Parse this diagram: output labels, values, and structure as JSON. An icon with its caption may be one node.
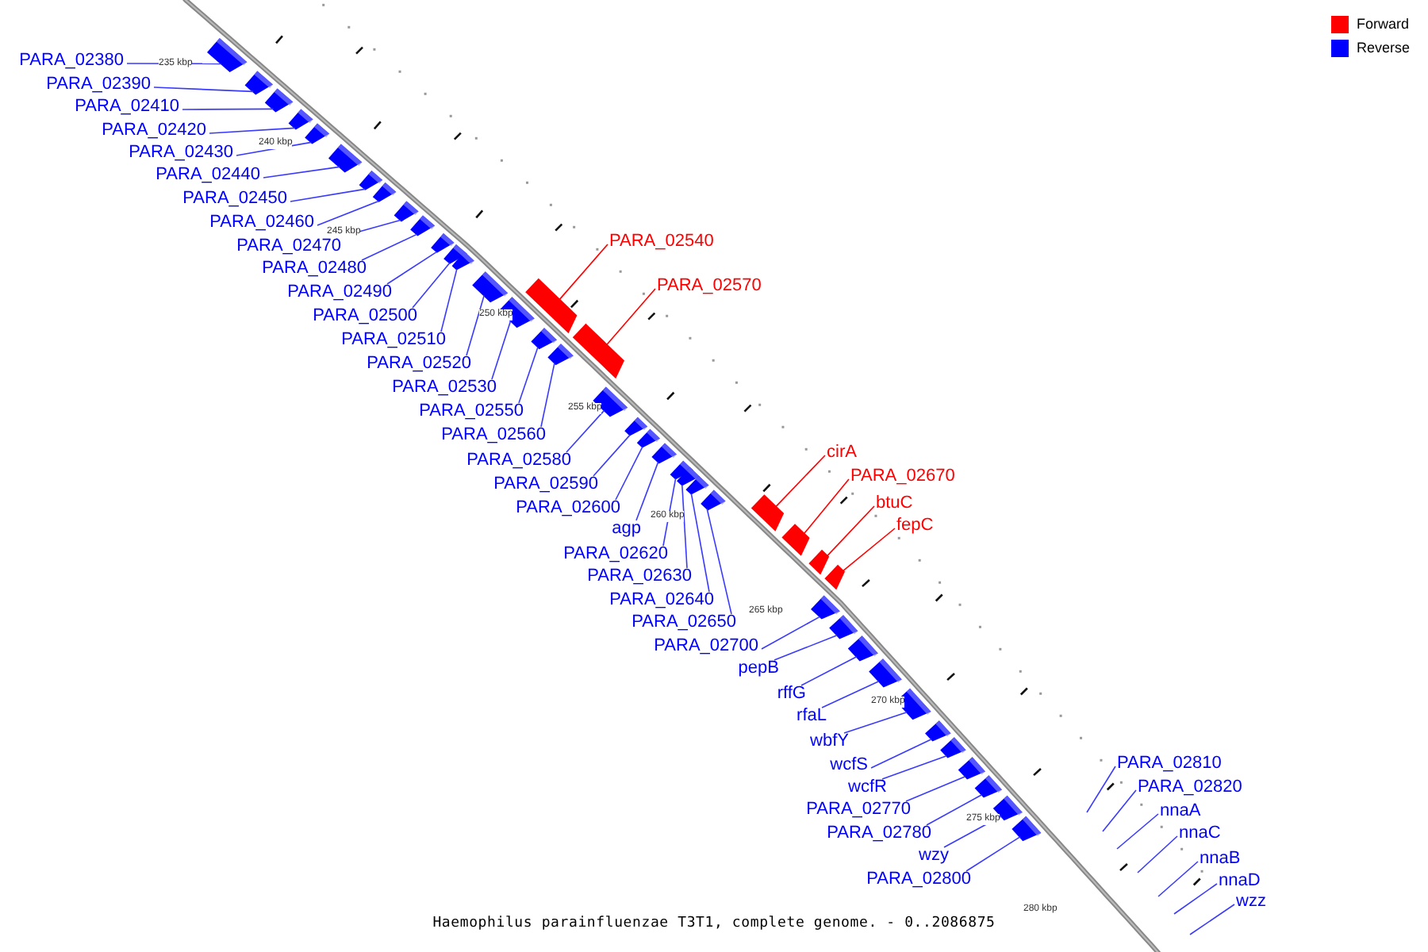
{
  "diagram": {
    "caption": "Haemophilus parainfluenzae T3T1, complete genome. - 0..2086875",
    "nodes": [
      {
        "text": [
          "PARA_02380"
        ]
      },
      {
        "text": [
          "PARA_02390"
        ]
      },
      {
        "text": [
          "PARA_02410"
        ]
      },
      {
        "text": [
          "PARA_02420"
        ]
      },
      {
        "text": [
          "PARA_02430"
        ]
      },
      {
        "text": [
          "PARA_02440"
        ]
      },
      {
        "text": [
          "PARA_02450"
        ]
      },
      {
        "text": [
          "PARA_02460"
        ]
      },
      {
        "text": [
          "PARA_02470"
        ]
      },
      {
        "text": [
          "PARA_02480"
        ]
      },
      {
        "text": [
          "PARA_02490"
        ]
      },
      {
        "text": [
          "PARA_02500"
        ]
      },
      {
        "text": [
          "PARA_02510"
        ]
      },
      {
        "text": [
          "PARA_02520"
        ]
      },
      {
        "text": [
          "PARA_02530"
        ]
      },
      {
        "text": [
          "PARA_02550"
        ]
      },
      {
        "text": [
          "PARA_02560"
        ]
      },
      {
        "text": [
          "PARA_02580"
        ]
      },
      {
        "text": [
          "PARA_02590"
        ]
      },
      {
        "text": [
          "PARA_02600"
        ]
      },
      {
        "text": [
          "agp"
        ]
      },
      {
        "text": [
          "PARA_02620"
        ]
      },
      {
        "text": [
          "PARA_02630"
        ]
      },
      {
        "text": [
          "PARA_02640"
        ]
      },
      {
        "text": [
          "PARA_02650"
        ]
      },
      {
        "text": [
          "PARA_02700"
        ]
      },
      {
        "text": [
          "pepB"
        ]
      },
      {
        "text": [
          "rffG"
        ]
      },
      {
        "text": [
          "rfaL"
        ]
      },
      {
        "text": [
          "wbfY"
        ]
      },
      {
        "text": [
          "wcfS"
        ]
      },
      {
        "text": [
          "wcfR"
        ]
      },
      {
        "text": [
          "PARA_02770"
        ]
      },
      {
        "text": [
          "PARA_02780"
        ]
      },
      {
        "text": [
          "wzy"
        ]
      },
      {
        "text": [
          "PARA_02800"
        ]
      },
      {
        "text": [
          "PARA_02540"
        ]
      },
      {
        "text": [
          "PARA_02570"
        ]
      },
      {
        "text": [
          "cirA"
        ]
      },
      {
        "text": [
          "PARA_02670"
        ]
      },
      {
        "text": [
          "btuC"
        ]
      },
      {
        "text": [
          "fepC"
        ]
      },
      {
        "text": [
          "PARA_02810"
        ]
      },
      {
        "text": [
          "PARA_02820"
        ]
      },
      {
        "text": [
          "nnaA"
        ]
      },
      {
        "text": [
          "nnaC"
        ]
      },
      {
        "text": [
          "nnaB"
        ]
      },
      {
        "text": [
          "nnaD"
        ]
      },
      {
        "text": [
          "wzz"
        ]
      },
      {
        "text": [],
        "shape": "bar"
      },
      {
        "text": [],
        "shape": "bar"
      },
      {
        "text": [],
        "shape": "bar"
      },
      {
        "text": [],
        "shape": "bar"
      },
      {
        "text": [],
        "shape": "bar"
      },
      {
        "text": [],
        "shape": "bar"
      },
      {
        "text": [],
        "shape": "bar"
      },
      {
        "text": [],
        "shape": "bar"
      },
      {
        "text": [],
        "shape": "bar"
      },
      {
        "text": [],
        "shape": "bar"
      },
      {
        "text": [],
        "shape": "bar"
      },
      {
        "text": [],
        "shape": "bar"
      },
      {
        "text": [],
        "shape": "bar"
      },
      {
        "text": [],
        "shape": "bar"
      },
      {
        "text": [],
        "shape": "bar"
      },
      {
        "text": [],
        "shape": "bar"
      },
      {
        "text": [],
        "shape": "bar"
      },
      {
        "text": [],
        "shape": "bar"
      },
      {
        "text": [],
        "shape": "bar"
      },
      {
        "text": [],
        "shape": "bar"
      },
      {
        "text": [],
        "shape": "bar"
      },
      {
        "text": [],
        "shape": "bar"
      },
      {
        "text": [],
        "shape": "bar"
      },
      {
        "text": [],
        "shape": "bar"
      },
      {
        "text": [],
        "shape": "bar"
      },
      {
        "text": [],
        "shape": "bar"
      },
      {
        "text": [],
        "shape": "bar"
      },
      {
        "text": [],
        "shape": "bar"
      },
      {
        "text": [],
        "shape": "bar"
      },
      {
        "text": [],
        "shape": "bar"
      },
      {
        "text": [],
        "shape": "bar"
      },
      {
        "text": [],
        "shape": "bar"
      },
      {
        "text": [],
        "shape": "bar"
      },
      {
        "text": [],
        "shape": "bar"
      },
      {
        "text": [],
        "shape": "bar"
      },
      {
        "text": [],
        "shape": "bar"
      },
      {
        "text": [],
        "shape": "bar"
      },
      {
        "text": [],
        "shape": "bar"
      },
      {
        "text": [],
        "shape": "bar"
      },
      {
        "text": [],
        "shape": "bar"
      },
      {
        "text": [],
        "shape": "bar"
      },
      {
        "text": [],
        "shape": "bar"
      }
    ],
    "edges": [
      {
        "from": 0,
        "to": 49,
        "arrow": "none"
      },
      {
        "from": 1,
        "to": 50,
        "arrow": "none"
      },
      {
        "from": 2,
        "to": 51,
        "arrow": "none"
      },
      {
        "from": 3,
        "to": 52,
        "arrow": "none"
      },
      {
        "from": 4,
        "to": 53,
        "arrow": "none"
      },
      {
        "from": 5,
        "to": 54,
        "arrow": "none"
      },
      {
        "from": 6,
        "to": 55,
        "arrow": "none"
      },
      {
        "from": 7,
        "to": 56,
        "arrow": "none"
      },
      {
        "from": 8,
        "to": 57,
        "arrow": "none"
      },
      {
        "from": 9,
        "to": 58,
        "arrow": "none"
      },
      {
        "from": 10,
        "to": 59,
        "arrow": "none"
      },
      {
        "from": 11,
        "to": 60,
        "arrow": "none"
      },
      {
        "from": 12,
        "to": 61,
        "arrow": "none"
      },
      {
        "from": 13,
        "to": 62,
        "arrow": "none"
      },
      {
        "from": 14,
        "to": 63,
        "arrow": "none"
      },
      {
        "from": 15,
        "to": 65,
        "arrow": "none"
      },
      {
        "from": 16,
        "to": 66,
        "arrow": "none"
      },
      {
        "from": 17,
        "to": 68,
        "arrow": "none"
      },
      {
        "from": 18,
        "to": 69,
        "arrow": "none"
      },
      {
        "from": 19,
        "to": 70,
        "arrow": "none"
      },
      {
        "from": 20,
        "to": 71,
        "arrow": "none"
      },
      {
        "from": 21,
        "to": 72,
        "arrow": "none"
      },
      {
        "from": 22,
        "to": 73,
        "arrow": "none"
      },
      {
        "from": 23,
        "to": 74,
        "arrow": "none"
      },
      {
        "from": 24,
        "to": 75,
        "arrow": "none"
      },
      {
        "from": 25,
        "to": 80,
        "arrow": "none"
      },
      {
        "from": 26,
        "to": 81,
        "arrow": "none"
      },
      {
        "from": 27,
        "to": 82,
        "arrow": "none"
      },
      {
        "from": 28,
        "to": 83,
        "arrow": "none"
      },
      {
        "from": 29,
        "to": 84,
        "arrow": "none"
      },
      {
        "from": 30,
        "to": 85,
        "arrow": "none"
      },
      {
        "from": 31,
        "to": 86,
        "arrow": "none"
      },
      {
        "from": 32,
        "to": 87,
        "arrow": "none"
      },
      {
        "from": 33,
        "to": 88,
        "arrow": "none"
      },
      {
        "from": 34,
        "to": 89,
        "arrow": "none"
      },
      {
        "from": 35,
        "to": 90,
        "arrow": "none"
      },
      {
        "from": 36,
        "to": 64,
        "arrow": "none",
        "color": "#ff0000"
      },
      {
        "from": 37,
        "to": 67,
        "arrow": "none",
        "color": "#ff0000"
      },
      {
        "from": 38,
        "to": 76,
        "arrow": "none",
        "color": "#ff0000"
      },
      {
        "from": 39,
        "to": 77,
        "arrow": "none",
        "color": "#ff0000"
      },
      {
        "from": 40,
        "to": 78,
        "arrow": "none",
        "color": "#ff0000"
      },
      {
        "from": 41,
        "to": 79,
        "arrow": "none",
        "color": "#ff0000"
      },
      {
        "from": 42,
        "to": null,
        "arrow": "none"
      },
      {
        "from": 43,
        "to": null,
        "arrow": "none"
      },
      {
        "from": 44,
        "to": null,
        "arrow": "none"
      },
      {
        "from": 45,
        "to": null,
        "arrow": "none"
      },
      {
        "from": 46,
        "to": null,
        "arrow": "none"
      },
      {
        "from": 47,
        "to": null,
        "arrow": "none"
      },
      {
        "from": 48,
        "to": null,
        "arrow": "none"
      }
    ],
    "labels": [
      "235 kbp",
      "240 kbp",
      "245 kbp",
      "250 kbp",
      "255 kbp",
      "260 kbp",
      "265 kbp",
      "270 kbp",
      "275 kbp",
      "280 kbp"
    ],
    "legend": [
      {
        "text": "Forward",
        "color": "#ff0000"
      },
      {
        "text": "Reverse",
        "color": "#0000ff"
      }
    ]
  }
}
